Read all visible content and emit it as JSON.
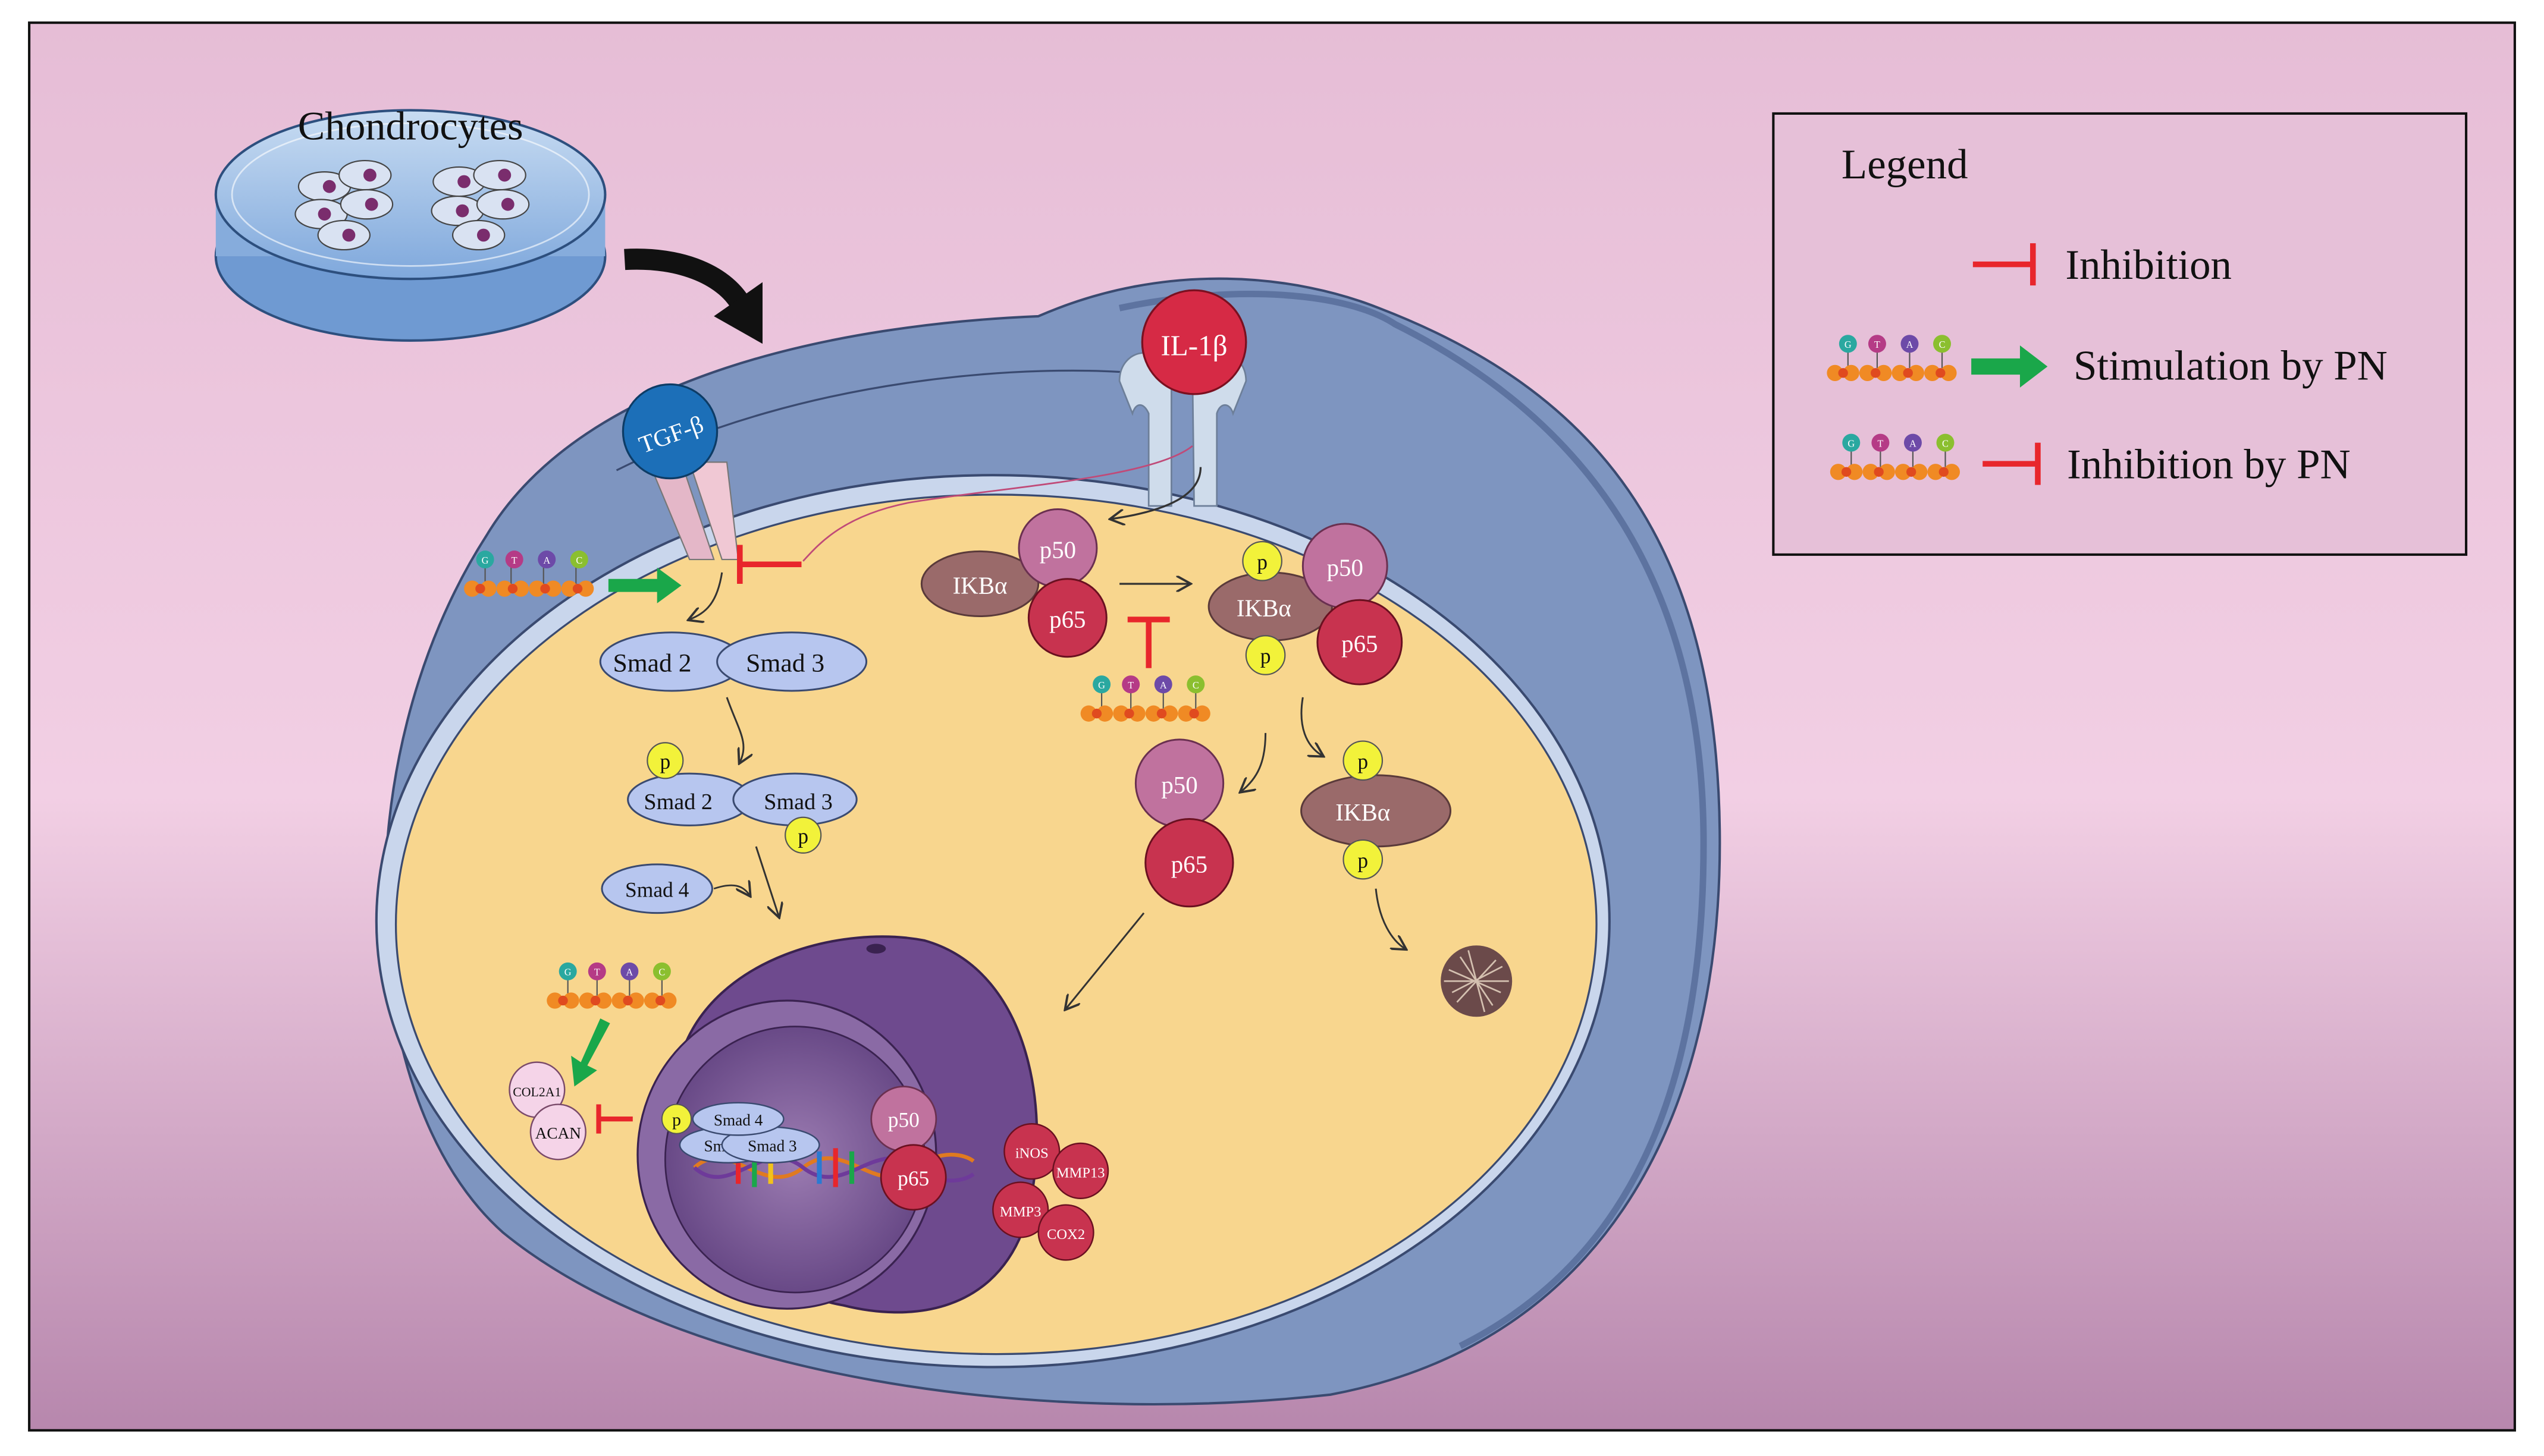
{
  "dish": {
    "label": "Chondrocytes"
  },
  "legend": {
    "title": "Legend",
    "items": [
      {
        "label": "Inhibition"
      },
      {
        "label": "Stimulation by PN"
      },
      {
        "label": "Inhibition by PN"
      }
    ]
  },
  "ligands": {
    "tgf": "TGF-β",
    "il1": "IL-1β"
  },
  "smad": {
    "smad2": "Smad 2",
    "smad3": "Smad 3",
    "smad4": "Smad 4",
    "p": "p"
  },
  "nfkb": {
    "p50": "p50",
    "p65": "p65",
    "ikba": "IKBα",
    "p": "p"
  },
  "genes": {
    "col2a1": "COL2A1",
    "acan": "ACAN",
    "inos": "iNOS",
    "mmp13": "MMP13",
    "mmp3": "MMP3",
    "cox2": "COX2"
  },
  "dna_letters": [
    "G",
    "T",
    "A",
    "C"
  ],
  "colors": {
    "background_top": "#e8c0d8",
    "background_bottom": "#b888b0",
    "cell_membrane": "#7f97c2",
    "cytoplasm": "#f9d88f",
    "inhibition": "#e8262c",
    "stimulation": "#1aa74a",
    "p50": "#c0729e",
    "p65": "#c8334f",
    "ikba": "#9a6a6a",
    "smad": "#b7c6ef",
    "phospho": "#f2f23a",
    "tgf": "#1c6fb8",
    "il1": "#d62a45"
  }
}
